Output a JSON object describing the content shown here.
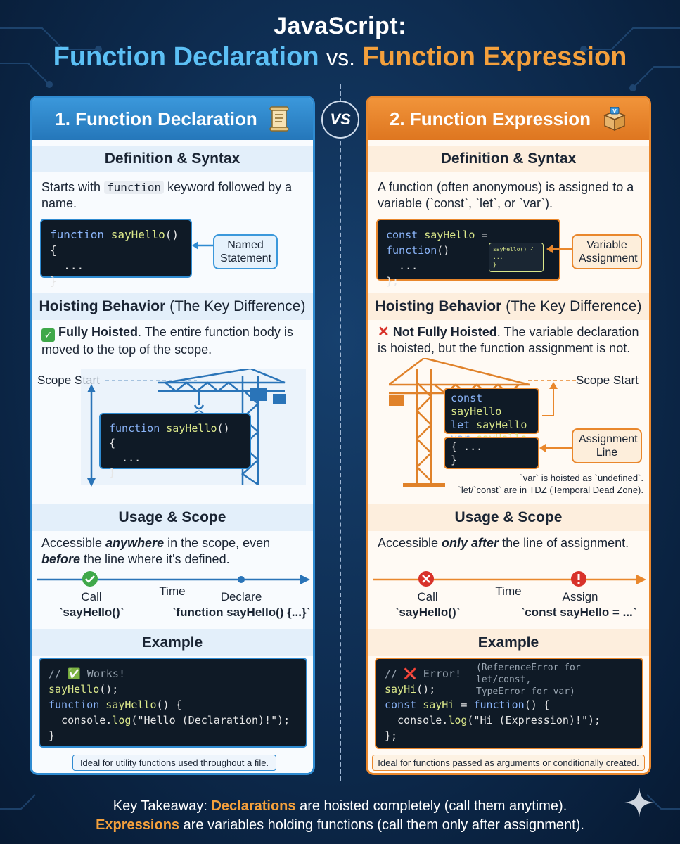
{
  "header": {
    "title_line1": "JavaScript:",
    "title_decl": "Function Declaration",
    "title_vs": "vs.",
    "title_expr": "Function Expression"
  },
  "vs_badge": "VS",
  "left": {
    "heading": "1. Function Declaration",
    "icon": "scroll-icon",
    "definition_title": "Definition & Syntax",
    "definition_pre": "Starts with ",
    "definition_code": "function",
    "definition_post": " keyword followed by a name.",
    "syntax_code": [
      "function sayHello() {",
      "  ...",
      "}"
    ],
    "syntax_callout": "Named Statement",
    "hoisting_title": "Hoisting Behavior",
    "hoisting_subtitle": "(The Key Difference)",
    "hoisting_status_icon": "check-icon",
    "hoisting_bold": "Fully Hoisted",
    "hoisting_text": ". The entire function body is moved to the top of the scope.",
    "scope_start_label": "Scope Start",
    "crane_code": [
      "function sayHello() {",
      "  ...",
      "}"
    ],
    "usage_title": "Usage & Scope",
    "usage_pre": "Accessible ",
    "usage_em1": "anywhere",
    "usage_mid": " in the scope, even ",
    "usage_em2": "before",
    "usage_post": " the line where it's defined.",
    "timeline": {
      "time_label": "Time",
      "call_label": "Call",
      "call_code": "`sayHello()`",
      "decl_label": "Declare",
      "decl_code": "`function sayHello() {...}`"
    },
    "example_title": "Example",
    "example_comment": "// ✅ Works!",
    "example_lines": [
      "sayHello();",
      "function sayHello() {",
      "  console.log(\"Hello (Declaration)!\");",
      "}"
    ],
    "note": "Ideal for utility functions used throughout a file."
  },
  "right": {
    "heading": "2. Function Expression",
    "icon": "box-icon",
    "definition_title": "Definition & Syntax",
    "definition_text": "A function (often anonymous) is assigned to a variable (`const`, `let`, or `var`).",
    "syntax_code": [
      "const sayHello = function()",
      "  ...",
      "};"
    ],
    "syntax_mini": [
      "sayHello() {",
      "  ...",
      "}"
    ],
    "syntax_callout": "Variable Assignment",
    "hoisting_title": "Hoisting Behavior",
    "hoisting_subtitle": "(The Key Difference)",
    "hoisting_status_icon": "cross-icon",
    "hoisting_bold": "Not Fully Hoisted",
    "hoisting_text": ". The variable declaration is hoisted, but the function assignment is not.",
    "scope_start_label": "Scope Start",
    "crane_code_top": [
      "const sayHello",
      "let sayHello",
      "var sayHello"
    ],
    "crane_code_bottom": [
      "{ ...",
      "}"
    ],
    "assignment_callout": "Assignment Line",
    "hoist_note_1": "`var` is hoisted as `undefined`.",
    "hoist_note_2": "`let/`const` are in TDZ (Temporal Dead Zone).",
    "usage_title": "Usage & Scope",
    "usage_pre": "Accessible ",
    "usage_em": "only after",
    "usage_post": " the line of assignment.",
    "timeline": {
      "time_label": "Time",
      "call_label": "Call",
      "call_code": "`sayHello()`",
      "assign_label": "Assign",
      "assign_code": "`const sayHello = ...`"
    },
    "example_title": "Example",
    "example_comment": "// ❌ Error!",
    "example_error_note": [
      "(ReferenceError for let/const,",
      "TypeError for var)"
    ],
    "example_lines": [
      "sayHi();",
      "const sayHi = function() {",
      "  console.log(\"Hi (Expression)!\");",
      "};"
    ],
    "note": "Ideal for functions passed as arguments or conditionally created."
  },
  "footer": {
    "line1_pre": "Key Takeaway: ",
    "line1_hl": "Declarations",
    "line1_post": " are hoisted completely (call them anytime).",
    "line2_hl": "Expressions",
    "line2_post": " are variables holding functions (call them only after assignment)."
  },
  "colors": {
    "declaration_accent": "#2f8bd1",
    "expression_accent": "#e9872c",
    "background": "#0d2a4d"
  }
}
